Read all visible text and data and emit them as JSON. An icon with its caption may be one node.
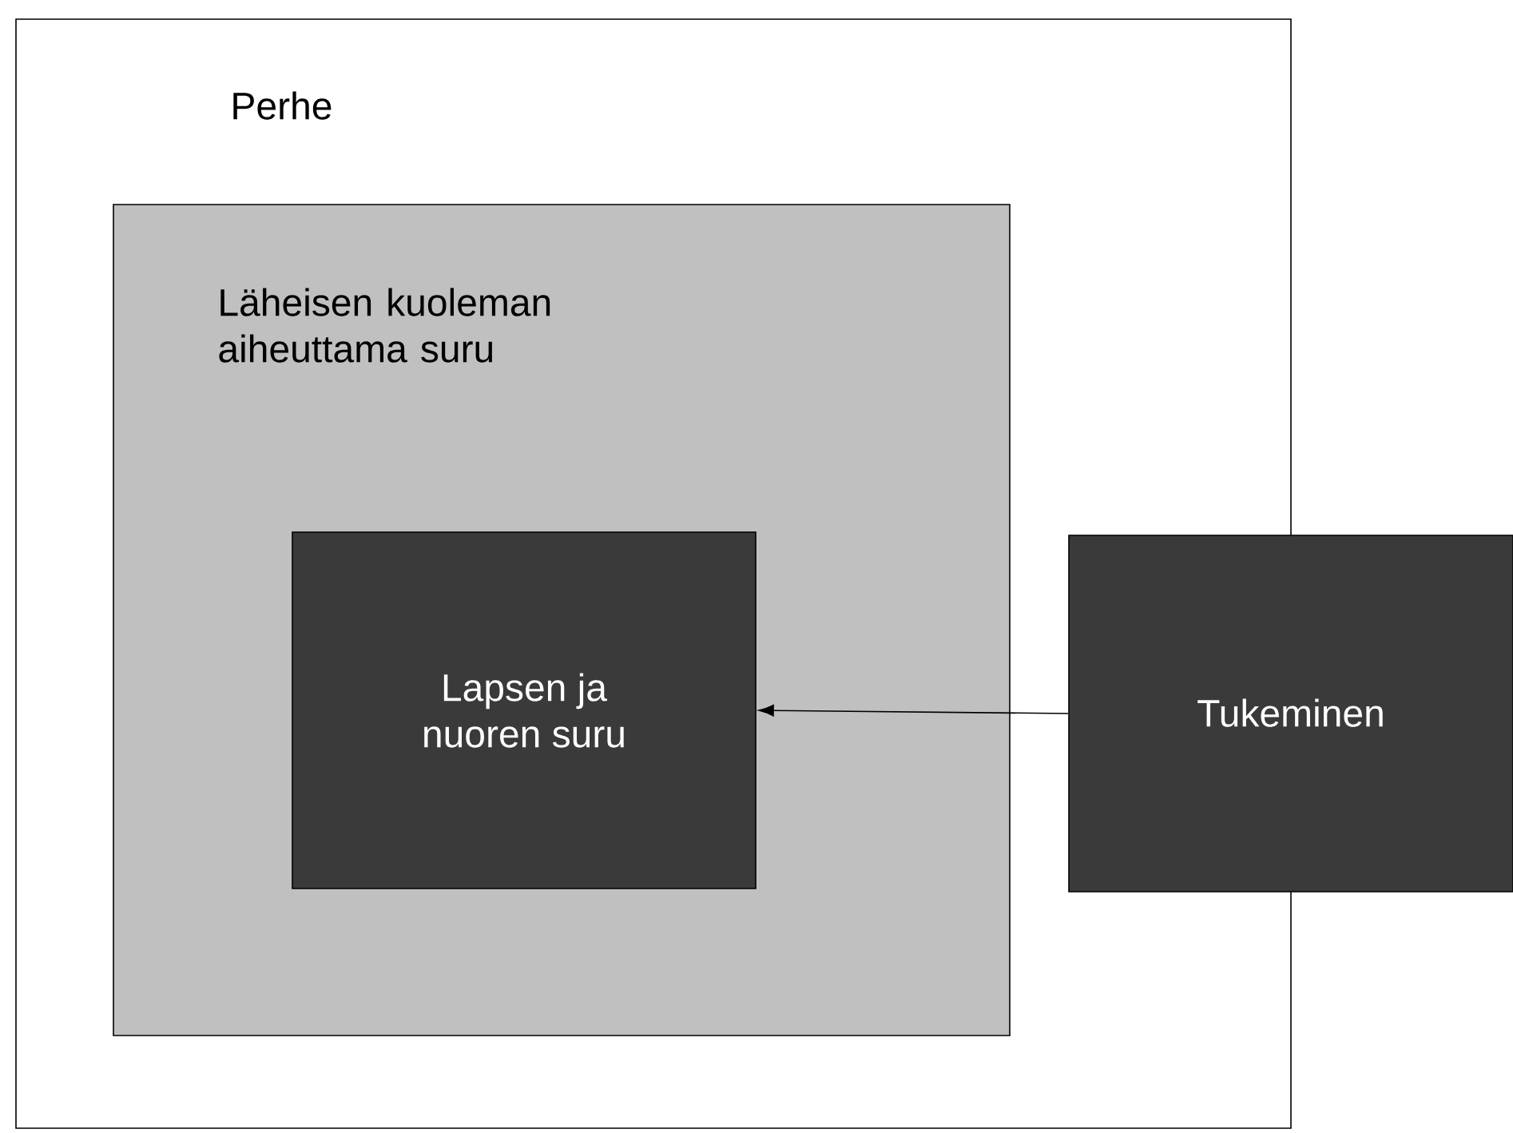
{
  "diagram": {
    "nodes": [
      {
        "text": [
          "Perhe"
        ]
      },
      {
        "text": [
          "Läheisen kuoleman aiheuttama suru"
        ],
        "in": 0
      },
      {
        "text": [
          "Lapsen ja nuoren suru"
        ],
        "in": 1
      },
      {
        "text": [
          "Tukeminen"
        ]
      }
    ],
    "edges": [
      {
        "from": 3,
        "to": 2,
        "arrow": "to"
      }
    ]
  }
}
